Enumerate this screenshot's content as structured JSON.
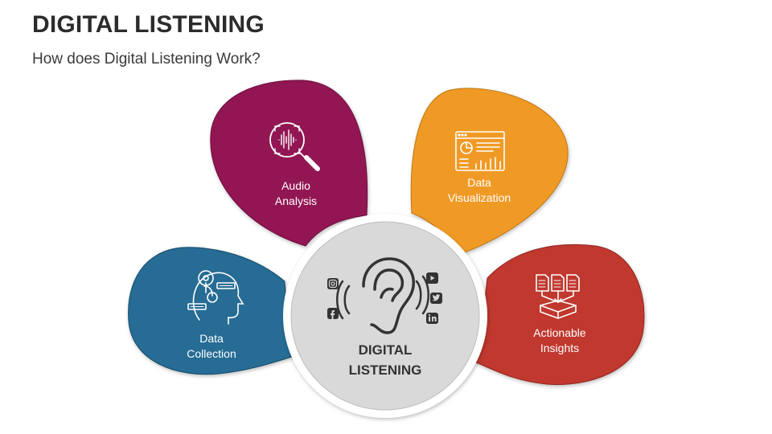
{
  "header": {
    "title": "DIGITAL LISTENING",
    "subtitle": "How does Digital Listening Work?"
  },
  "center": {
    "label_line1": "DIGITAL",
    "label_line2": "LISTENING",
    "icon": "ear-icon",
    "social_icons": [
      "instagram-icon",
      "facebook-icon",
      "youtube-icon",
      "twitter-icon",
      "linkedin-icon"
    ]
  },
  "petals": [
    {
      "id": "audio-analysis",
      "line1": "Audio",
      "line2": "Analysis",
      "color": "#921553",
      "icon": "audio-search-icon"
    },
    {
      "id": "data-visualization",
      "line1": "Data",
      "line2": "Visualization",
      "color": "#F09A26",
      "icon": "dashboard-icon"
    },
    {
      "id": "data-collection",
      "line1": "Data",
      "line2": "Collection",
      "color": "#256C94",
      "icon": "head-gears-icon"
    },
    {
      "id": "actionable-insights",
      "line1": "Actionable",
      "line2": "Insights",
      "color": "#C0382D",
      "icon": "documents-inbox-icon"
    }
  ],
  "colors": {
    "center_fill": "#D9D9D9",
    "center_ring": "#ffffff",
    "text_dark": "#333333"
  }
}
